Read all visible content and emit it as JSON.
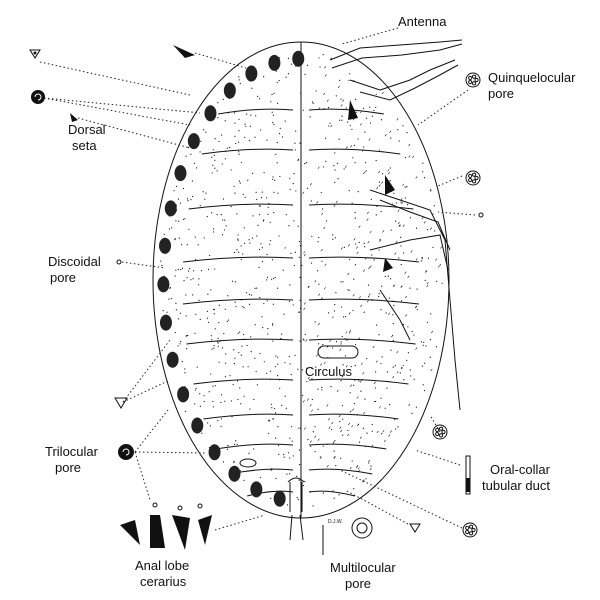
{
  "figure": {
    "labels": {
      "antenna": "Antenna",
      "quinquelocular_line1": "Quinquelocular",
      "quinquelocular_line2": "pore",
      "dorsal_seta_line1": "Dorsal",
      "dorsal_seta_line2": "seta",
      "discoidal_line1": "Discoidal",
      "discoidal_line2": "pore",
      "circulus": "Circulus",
      "trilocular_line1": "Trilocular",
      "trilocular_line2": "pore",
      "oral_collar_line1": "Oral-collar",
      "oral_collar_line2": "tubular duct",
      "anal_lobe_line1": "Anal lobe",
      "anal_lobe_line2": "cerarius",
      "multilocular_line1": "Multilocular",
      "multilocular_line2": "pore"
    },
    "signature": "D.J.W.",
    "colors": {
      "ink": "#111111",
      "background": "#ffffff"
    }
  }
}
